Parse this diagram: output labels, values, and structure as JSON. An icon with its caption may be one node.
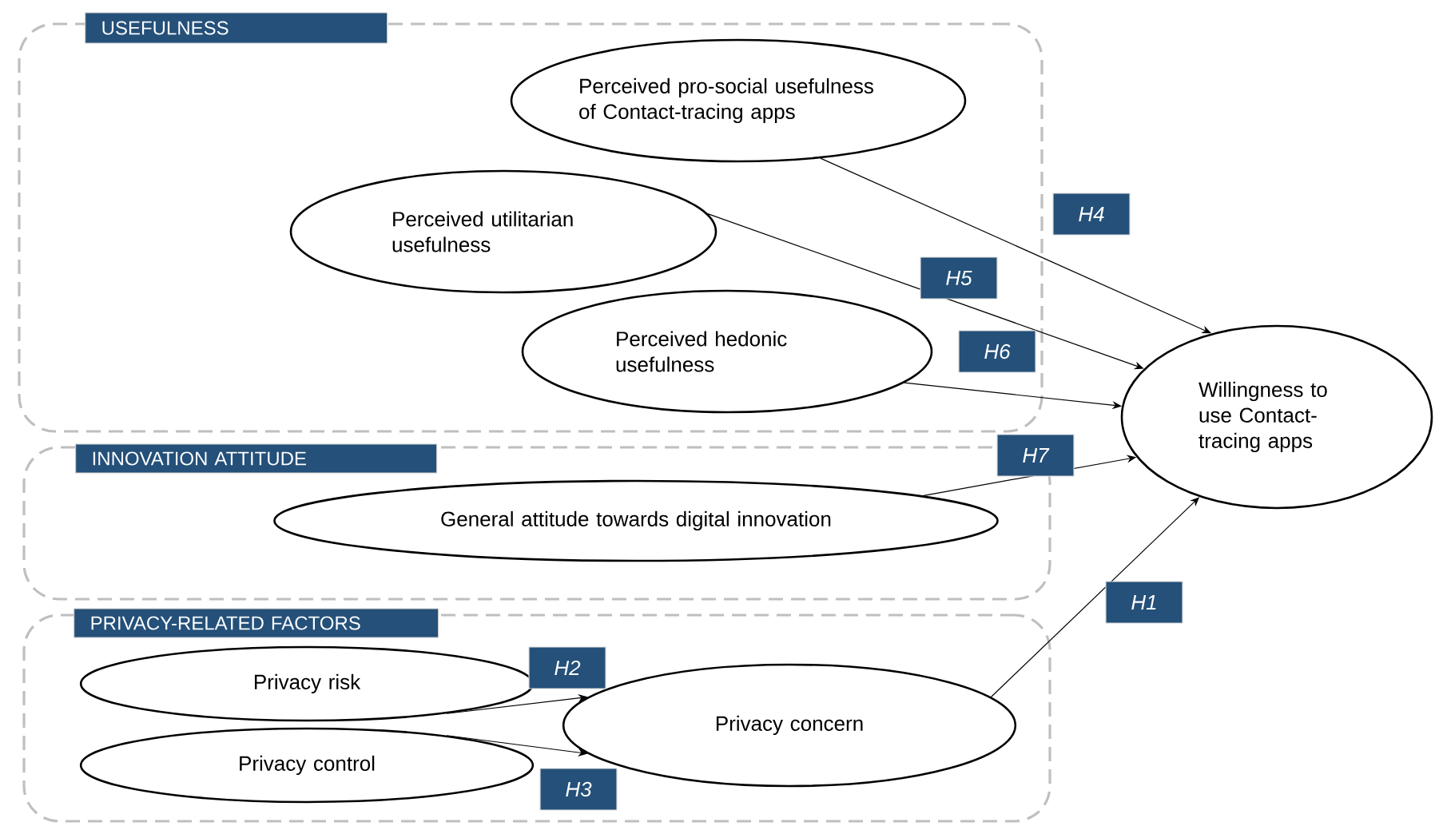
{
  "diagram": {
    "nodes": [
      {
        "text": [
          "USEFULNESS"
        ]
      },
      {
        "text": [
          "Perceived pro-social usefulness of Contact-tracing apps"
        ],
        "in": 0
      },
      {
        "text": [
          "Perceived utilitarian usefulness"
        ],
        "in": 0
      },
      {
        "text": [
          "Perceived hedonic usefulness"
        ],
        "in": 0
      },
      {
        "text": [
          "INNOVATION ATTITUDE"
        ]
      },
      {
        "text": [
          "General attitude towards digital innovation"
        ],
        "in": 4
      },
      {
        "text": [
          "PRIVACY-RELATED FACTORS"
        ]
      },
      {
        "text": [
          "Privacy risk"
        ],
        "in": 6
      },
      {
        "text": [
          "Privacy control"
        ],
        "in": 6
      },
      {
        "text": [
          "Privacy concern"
        ],
        "in": 6
      },
      {
        "text": [
          "Willingness to use Contact-tracing apps"
        ]
      }
    ],
    "edges": [
      {
        "from": 1,
        "to": 10,
        "arrow": "to",
        "label": "H4"
      },
      {
        "from": 2,
        "to": 10,
        "arrow": "to",
        "label": "H5"
      },
      {
        "from": 3,
        "to": 10,
        "arrow": "to",
        "label": "H6"
      },
      {
        "from": 5,
        "to": 10,
        "arrow": "to",
        "label": "H7"
      },
      {
        "from": 9,
        "to": 10,
        "arrow": "to",
        "label": "H1"
      },
      {
        "from": 7,
        "to": 9,
        "arrow": "to",
        "label": "H2"
      },
      {
        "from": 8,
        "to": 9,
        "arrow": "to",
        "label": "H3"
      }
    ]
  }
}
